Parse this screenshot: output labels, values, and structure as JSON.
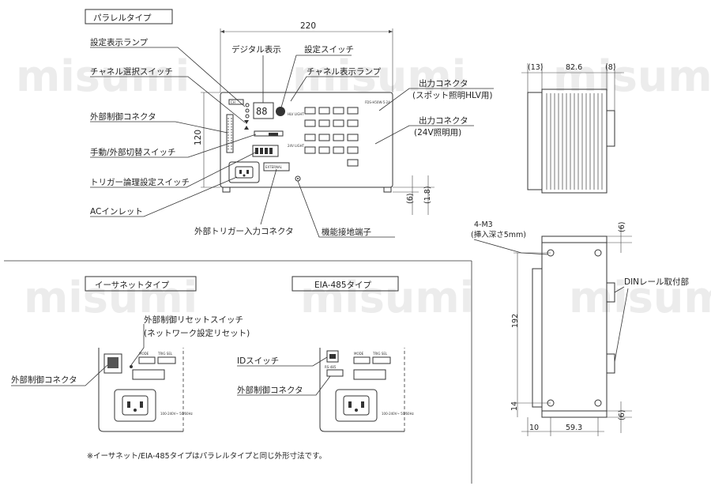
{
  "titles": {
    "parallel": "パラレルタイプ",
    "ethernet": "イーサネットタイプ",
    "eia485": "EIA-485タイプ"
  },
  "callouts": {
    "setting_lamp": "設定表示ランプ",
    "digital_display": "デジタル表示",
    "setting_switch": "設定スイッチ",
    "channel_lamp": "チャネル表示ランプ",
    "channel_select": "チャネル選択スイッチ",
    "ext_control_connector": "外部制御コネクタ",
    "manual_ext_switch": "手動/外部切替スイッチ",
    "trigger_logic_switch": "トリガー論理設定スイッチ",
    "ac_inlet": "ACインレット",
    "ext_trigger_connector": "外部トリガー入力コネクタ",
    "ground_terminal": "機能接地端子",
    "output_hlv": "出力コネクタ",
    "output_hlv_sub": "(スポット照明HLV用)",
    "output_24v": "出力コネクタ",
    "output_24v_sub": "(24V照明用)",
    "eth_reset_switch": "外部制御リセットスイッチ",
    "eth_reset_sub": "(ネットワーク設定リセット)",
    "eth_ext_connector": "外部制御コネクタ",
    "id_switch": "IDスイッチ",
    "eia_ext_connector": "外部制御コネクタ",
    "din_rail": "DINレール取付部",
    "screw": "4-M3",
    "screw_sub": "(挿入深さ5mm)"
  },
  "dimensions": {
    "width": "220",
    "height": "120",
    "foot": "(6)",
    "foot2": "(1.8)",
    "side_13": "(13)",
    "side_826": "82.6",
    "side_8": "(8)",
    "rear_192": "192",
    "rear_14": "14",
    "rear_10": "10",
    "rear_593": "59.3",
    "rear_6a": "(6)",
    "rear_6b": "(6)"
  },
  "note": "※イーサネット/EIA-485タイプはパラレルタイプと同じ外形寸法です。",
  "watermark": "misumi",
  "panel_text": {
    "ch": "CH",
    "model": "FDS-H50W-5-24",
    "hlv_light": "HLV LIGHT",
    "dc24v_light": "24V LIGHT",
    "ac_rating": "100-240V~ 50/60Hz",
    "mode": "MODE",
    "trig": "TRIG SEL",
    "ext": "EXTERNAL",
    "rs485": "RS-485",
    "id": "ID"
  }
}
